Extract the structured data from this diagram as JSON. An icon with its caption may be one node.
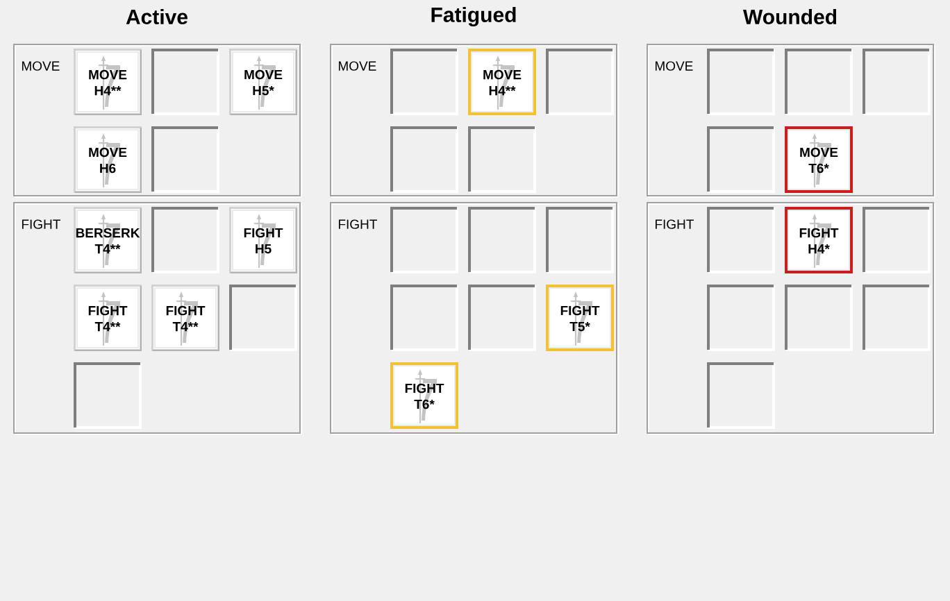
{
  "diagram": {
    "nodes": [
      {
        "text": [
          "MOVE"
        ]
      },
      {
        "text": [
          "MOVE H4**"
        ],
        "in": 0
      },
      {
        "text": [],
        "shape": "box",
        "in": 0
      },
      {
        "text": [
          "MOVE H5*"
        ],
        "in": 0
      },
      {
        "text": [
          "MOVE H6"
        ],
        "in": 0
      },
      {
        "text": [],
        "shape": "box",
        "in": 0
      },
      {
        "text": [
          "FIGHT"
        ]
      },
      {
        "text": [
          "BERSERK T4**"
        ],
        "in": 6
      },
      {
        "text": [],
        "shape": "box",
        "in": 6
      },
      {
        "text": [
          "FIGHT H5"
        ],
        "in": 6
      },
      {
        "text": [
          "FIGHT T4**"
        ],
        "in": 6
      },
      {
        "text": [
          "FIGHT T4**"
        ],
        "in": 6
      },
      {
        "text": [],
        "shape": "box",
        "in": 6
      },
      {
        "text": [],
        "shape": "box",
        "in": 6
      },
      {
        "text": [
          "MOVE"
        ]
      },
      {
        "text": [],
        "shape": "box",
        "in": 14
      },
      {
        "text": [
          "MOVE H4**"
        ],
        "in": 14
      },
      {
        "text": [],
        "shape": "box",
        "in": 14
      },
      {
        "text": [],
        "shape": "box",
        "in": 14
      },
      {
        "text": [],
        "shape": "box",
        "in": 14
      },
      {
        "text": [
          "FIGHT"
        ]
      },
      {
        "text": [],
        "shape": "box",
        "in": 20
      },
      {
        "text": [],
        "shape": "box",
        "in": 20
      },
      {
        "text": [],
        "shape": "box",
        "in": 20
      },
      {
        "text": [],
        "shape": "box",
        "in": 20
      },
      {
        "text": [],
        "shape": "box",
        "in": 20
      },
      {
        "text": [
          "FIGHT T5*"
        ],
        "in": 20
      },
      {
        "text": [
          "FIGHT T6*"
        ],
        "in": 20
      },
      {
        "text": [
          "MOVE"
        ]
      },
      {
        "text": [],
        "shape": "box",
        "in": 28
      },
      {
        "text": [],
        "shape": "box",
        "in": 28
      },
      {
        "text": [],
        "shape": "box",
        "in": 28
      },
      {
        "text": [],
        "shape": "box",
        "in": 28
      },
      {
        "text": [
          "MOVE T6*"
        ],
        "in": 28
      },
      {
        "text": [
          "FIGHT"
        ]
      },
      {
        "text": [],
        "shape": "box",
        "in": 34
      },
      {
        "text": [
          "FIGHT H4*"
        ],
        "in": 34
      },
      {
        "text": [],
        "shape": "box",
        "in": 34
      },
      {
        "text": [],
        "shape": "box",
        "in": 34
      },
      {
        "text": [],
        "shape": "box",
        "in": 34
      },
      {
        "text": [],
        "shape": "box",
        "in": 34
      },
      {
        "text": [],
        "shape": "box",
        "in": 34
      }
    ],
    "labels": [
      "Active",
      "Fatigued",
      "Wounded"
    ]
  }
}
